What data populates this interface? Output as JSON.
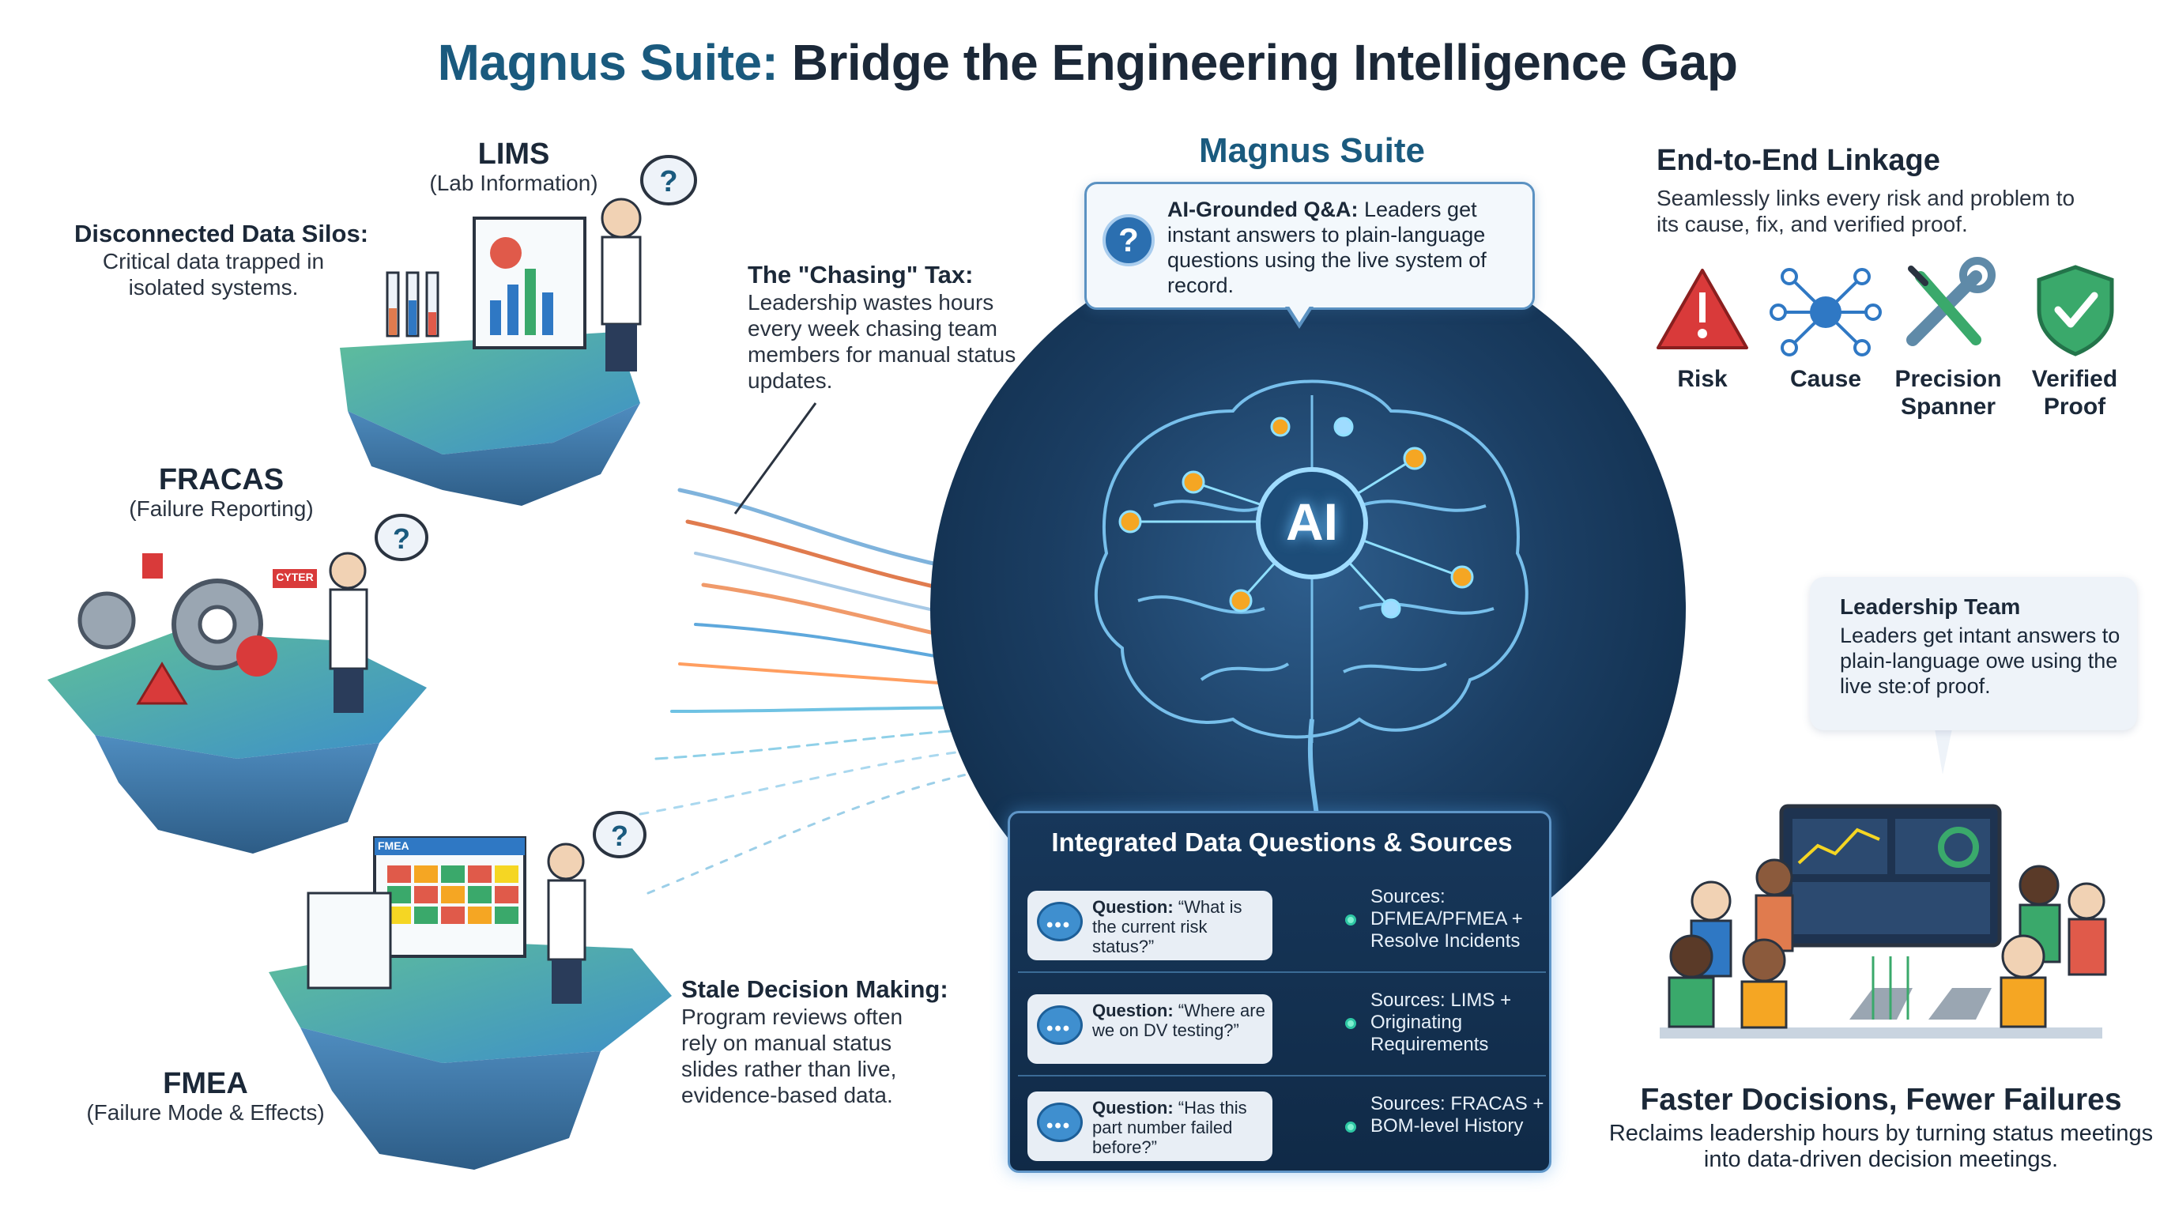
{
  "title": {
    "brand": "Magnus Suite:",
    "rest": "Bridge the Engineering Intelligence Gap"
  },
  "silos": {
    "heading": "Disconnected Data Silos:",
    "body": "Critical data trapped in isolated systems.",
    "lims": {
      "name": "LIMS",
      "sub": "(Lab Information)"
    },
    "fracas": {
      "name": "FRACAS",
      "sub": "(Failure Reporting)",
      "sign": "CYTER"
    },
    "fmea": {
      "name": "FMEA",
      "sub": "(Failure Mode & Effects)",
      "window": "FMEA"
    }
  },
  "chasing": {
    "heading": "The \"Chasing\" Tax:",
    "body": "Leadership wastes hours every week chasing team members for manual status updates."
  },
  "stale": {
    "heading": "Stale Decision Making:",
    "body": "Program reviews often rely on manual status slides rather than live, evidence-based data."
  },
  "center": {
    "label": "Magnus Suite",
    "ai": "AI",
    "qa_bold": "AI-Grounded Q&A:",
    "qa_text": " Leaders get instant answers to plain-language questions using the live system of record."
  },
  "panel": {
    "title": "Integrated Data Questions & Sources",
    "rows": [
      {
        "q_bold": "Question:",
        "q_text": " “What is the current risk status?”",
        "src": "Sources: DFMEA/PFMEA + Resolve Incidents"
      },
      {
        "q_bold": "Question:",
        "q_text": " “Where are we on DV testing?”",
        "src": "Sources: LIMS + Originating Requirements"
      },
      {
        "q_bold": "Question:",
        "q_text": " “Has this part number failed before?”",
        "src": "Sources: FRACAS + BOM-level History"
      }
    ]
  },
  "linkage": {
    "title": "End-to-End Linkage",
    "body": "Seamlessly links every risk and problem to its cause, fix, and verified proof.",
    "icons": [
      {
        "label_1": "Risk",
        "label_2": "",
        "icon": "warning-triangle-icon"
      },
      {
        "label_1": "Cause",
        "label_2": "",
        "icon": "network-node-icon"
      },
      {
        "label_1": "Precision",
        "label_2": "Spanner",
        "icon": "wrench-screwdriver-icon"
      },
      {
        "label_1": "Verified",
        "label_2": "Proof",
        "icon": "shield-check-icon"
      }
    ]
  },
  "leadership": {
    "title": "Leadership Team",
    "body": "Leaders get intant answers to plain-language owe using the live ste:of proof."
  },
  "outcome": {
    "title": "Faster Docisions, Fewer Failures",
    "body": "Reclaims leadership hours by turning status meetings into data-driven decision meetings."
  },
  "colors": {
    "brand": "#1a5a7e",
    "dark_navy": "#102a47",
    "risk_red": "#d93a3a",
    "cause_blue": "#2f78c4",
    "proof_green": "#3aa96b",
    "node_orange": "#f5a623"
  }
}
